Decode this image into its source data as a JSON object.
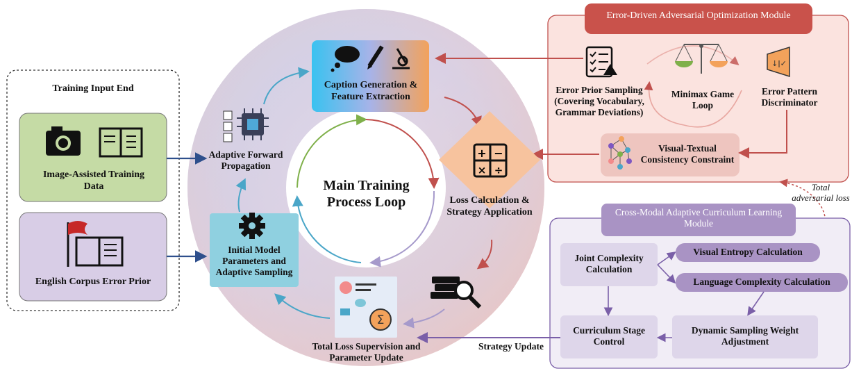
{
  "left_panel": {
    "title": "Training Input End",
    "image_data_label": "Image-Assisted Training Data",
    "corpus_label": "English Corpus Error Prior"
  },
  "main_loop": {
    "center_title": "Main Training Process Loop",
    "caption_node": "Caption Generation & Feature Extraction",
    "loss_node": "Loss Calculation & Strategy Application",
    "total_loss_node": "Total Loss Supervision and Parameter Update",
    "init_node": "Initial Model Parameters and Adaptive Sampling",
    "forward_node": "Adaptive Forward Propagation"
  },
  "adversarial_module": {
    "title": "Error-Driven Adversarial Optimization Module",
    "error_prior_sampling": "Error Prior Sampling (Covering Vocabulary, Grammar Deviations)",
    "minimax": "Minimax Game Loop",
    "discriminator": "Error Pattern Discriminator",
    "consistency": "Visual-Textual Consistency Constraint",
    "total_adversarial_loss": "Total adversarial loss"
  },
  "curriculum_module": {
    "title": "Cross-Modal Adaptive Curriculum Learning Module",
    "joint_complexity": "Joint Complexity Calculation",
    "visual_entropy": "Visual Entropy Calculation",
    "language_complexity": "Language Complexity Calculation",
    "curriculum_stage": "Curriculum Stage Control",
    "dynamic_sampling": "Dynamic Sampling Weight Adjustment",
    "strategy_update": "Strategy Update"
  },
  "colors": {
    "arrow_blue": "#2e4f8c",
    "arrow_red": "#c0504d",
    "arrow_purple": "#7a5fa8",
    "module_red_bg": "#fbe3df",
    "module_purple_bg": "#f1edf6"
  },
  "icons": [
    "camera-icon",
    "book-icon",
    "flag-icon",
    "chip-icon",
    "gear-icon",
    "thought-icon",
    "pencil-icon",
    "microscope-icon",
    "calculator-icon",
    "books-search-icon",
    "sigma-icon",
    "checklist-icon",
    "scale-icon",
    "funnel-icon",
    "network-icon"
  ]
}
